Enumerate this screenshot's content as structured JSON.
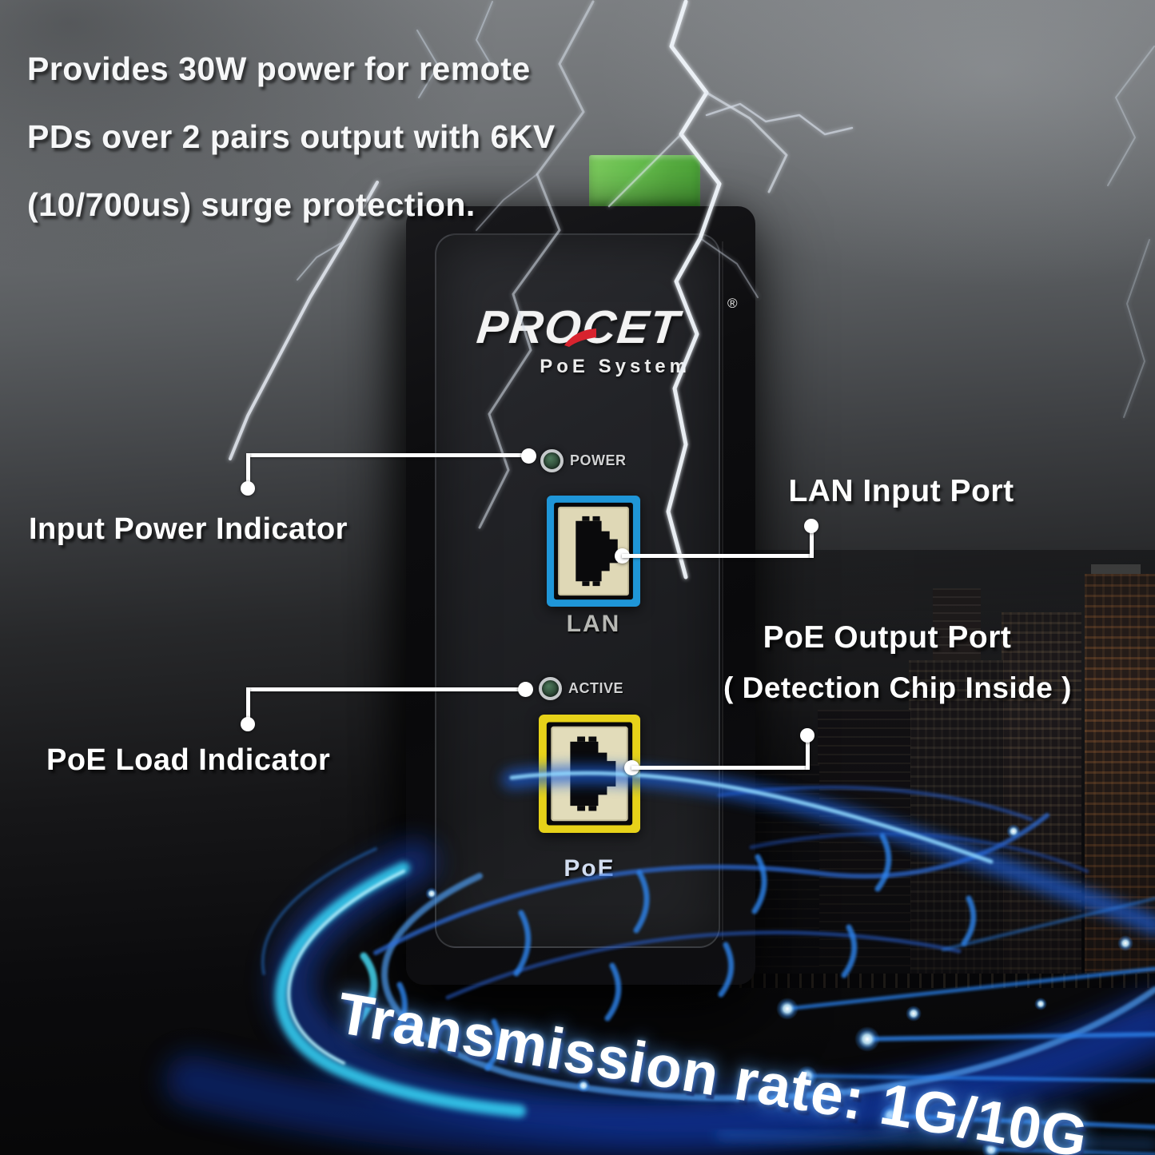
{
  "note": {
    "lines": [
      "Provides 30W power for remote",
      "PDs over 2 pairs output with 6KV",
      "(10/700us) surge protection."
    ]
  },
  "device": {
    "brand": "PROCET",
    "registered_mark": "®",
    "brand_subtitle": "PoE System",
    "power_led_label": "POWER",
    "active_led_label": "ACTIVE",
    "lan_port_label": "LAN",
    "poe_port_label": "PoE"
  },
  "callouts": {
    "input_power_label": "Input Power Indicator",
    "poe_load_label": "PoE Load Indicator",
    "lan_input_label": "LAN Input Port",
    "poe_output_label": "PoE Output Port",
    "poe_output_sub_label": "( Detection Chip Inside )"
  },
  "banner": {
    "transmission_text": "Transmission rate: 1G/10G"
  },
  "colors": {
    "lan_port_accent": "#1f96d8",
    "poe_port_accent": "#e7d219",
    "terminal_block_green": "#63bd4e",
    "brand_accent_red": "#d8232e",
    "swoosh_blue": "#1a5fd6",
    "led_green": "#3d6b4c"
  }
}
